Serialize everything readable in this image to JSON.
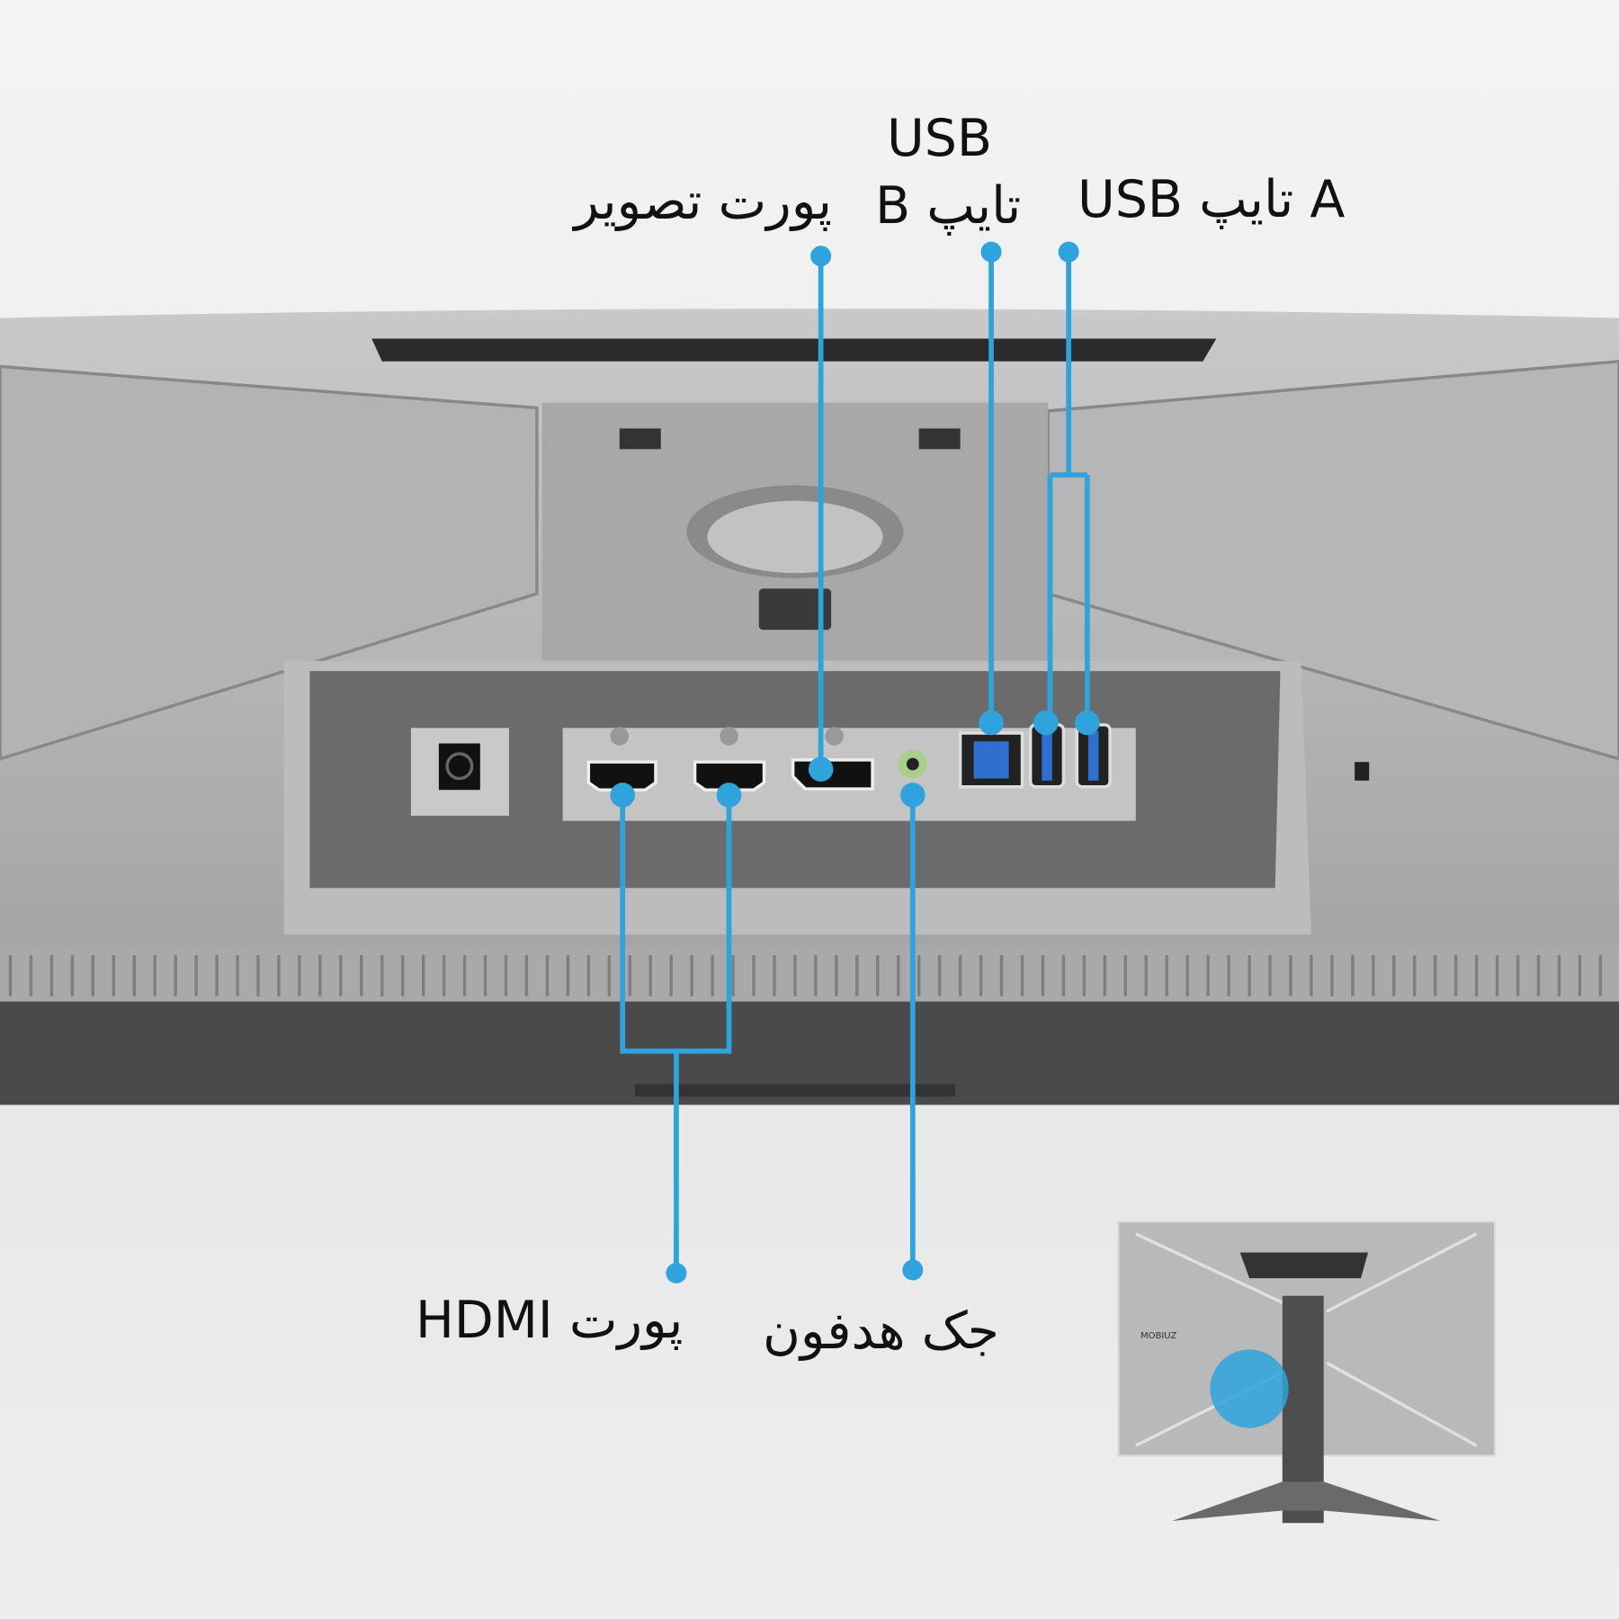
{
  "labels": {
    "usb_b_line1": "USB",
    "usb_b_line2": "تایپ B",
    "display_port": "پورت تصویر",
    "usb_a": "USB تایپ A",
    "hdmi": "پورت HDMI",
    "headphone": "جک هدفون"
  },
  "inset_logo": "MOBIUZ",
  "colors": {
    "callout": "#2ea3dc",
    "text": "#111111",
    "usb_b_port": "#2f6fd0",
    "headphone_jack": "#a8d08d"
  }
}
